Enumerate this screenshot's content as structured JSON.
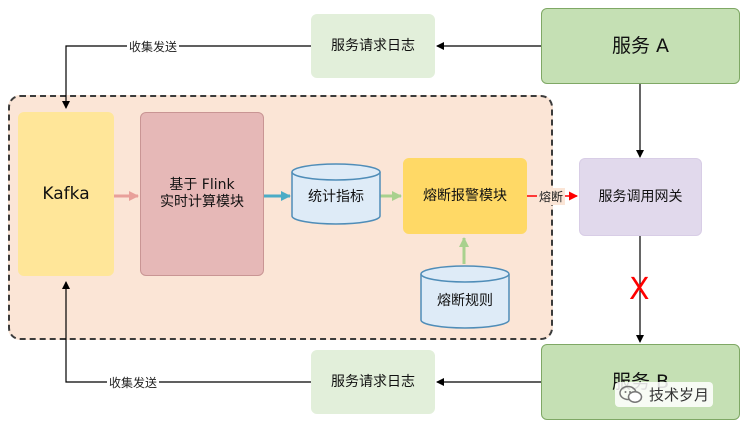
{
  "nodes": {
    "service_a": "服务 A",
    "service_b": "服务 B",
    "log_top": "服务请求日志",
    "log_bottom": "服务请求日志",
    "kafka": "Kafka",
    "flink": "基于 Flink\n实时计算模块",
    "metrics": "统计指标",
    "alarm": "熔断报警模块",
    "rules": "熔断规则",
    "gateway": "服务调用网关"
  },
  "edges": {
    "collect_top": "收集发送",
    "collect_bottom": "收集发送",
    "fuse": "熔断",
    "blocked": "X"
  },
  "watermark": {
    "text": "技术岁月"
  },
  "colors": {
    "green_service": "#c5e0b4",
    "green_log": "#e2efda",
    "kafka_yellow": "#ffe699",
    "flink_pink": "#e6b8b7",
    "cylinder_blue": "#deebf7",
    "alarm_yellow": "#ffd966",
    "gateway_purple": "#e1d9ec",
    "zone_fill": "#fbe5d6",
    "arrow_red": "#ff0000",
    "arrow_pink": "#e8a09a",
    "arrow_teal": "#4bacc6",
    "arrow_green": "#a9d18e"
  }
}
